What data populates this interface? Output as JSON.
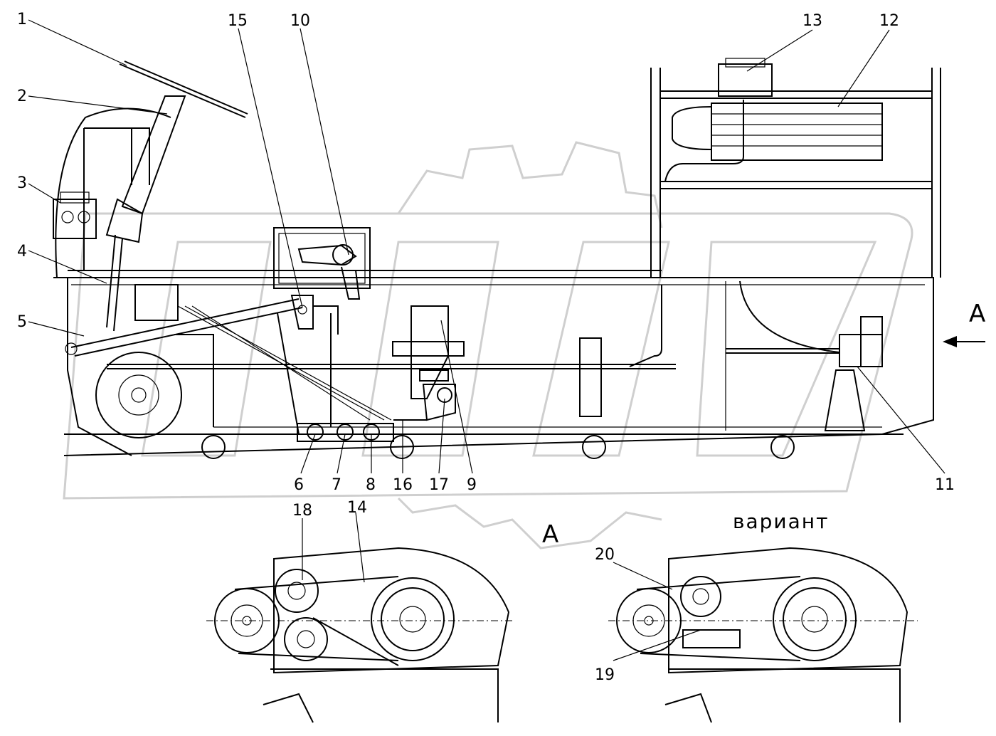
{
  "callouts": [
    "1",
    "2",
    "3",
    "4",
    "5",
    "6",
    "7",
    "8",
    "9",
    "10",
    "11",
    "12",
    "13",
    "14",
    "15",
    "16",
    "17",
    "18",
    "19",
    "20"
  ],
  "view_label": "A",
  "view_label_detail": "A",
  "variant_label": "вариант"
}
